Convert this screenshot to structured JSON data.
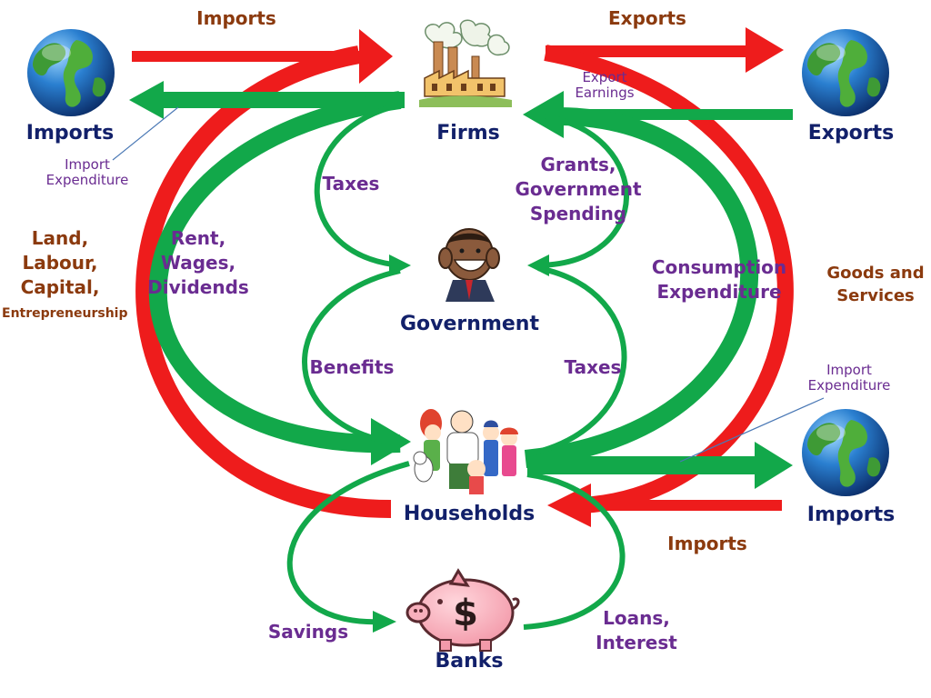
{
  "nodes": {
    "firms": "Firms",
    "government": "Government",
    "households": "Households",
    "banks": "Banks",
    "world_top_left": "Imports",
    "world_top_right": "Exports",
    "world_bottom_right": "Imports"
  },
  "flows": {
    "imports_top": "Imports",
    "exports_top": "Exports",
    "export_earnings": "Export\nEarnings",
    "import_expenditure_top": "Import\nExpenditure",
    "land_labour_capital": "Land,\nLabour,\nCapital,",
    "entrepreneurship": "Entrepreneurship",
    "rent_wages_dividends": "Rent,\nWages,\nDividends",
    "taxes_firms": "Taxes",
    "grants": "Grants,\nGovernment\nSpending",
    "consumption_expenditure": "Consumption\nExpenditure",
    "goods_and_services": "Goods and\nServices",
    "benefits": "Benefits",
    "taxes_households": "Taxes",
    "import_expenditure_bottom": "Import\nExpenditure",
    "imports_bottom": "Imports",
    "savings": "Savings",
    "loans_interest": "Loans,\nInterest"
  },
  "colors": {
    "red_flow": "#EE1C1C",
    "green_flow": "#12A84A",
    "label_brown": "#8B3A0E",
    "label_purple": "#6A2C91",
    "label_navy": "#12206A"
  },
  "icons": [
    "globe-icon",
    "factory-icon",
    "politician-cartoon-icon",
    "family-cartoon-icon",
    "piggy-bank-icon"
  ]
}
